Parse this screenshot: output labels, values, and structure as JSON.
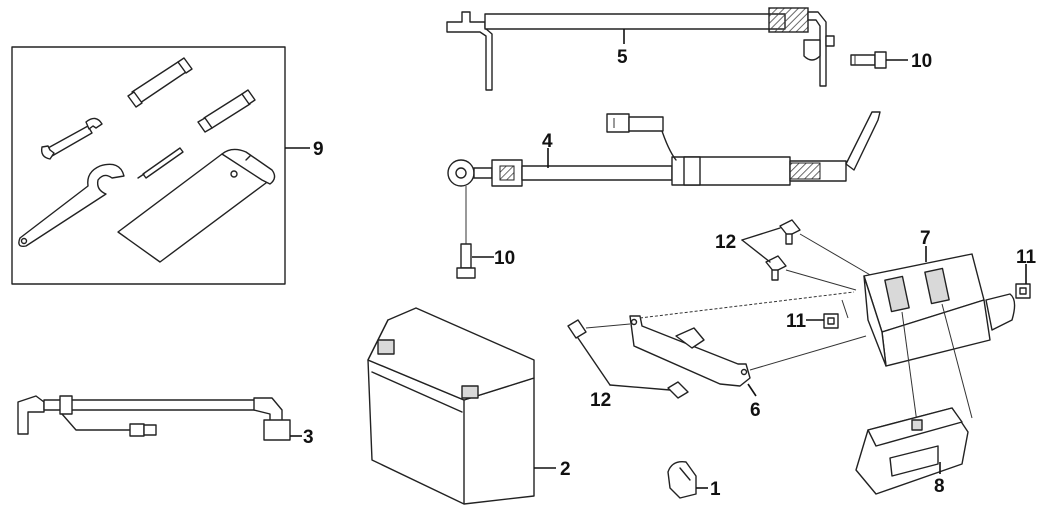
{
  "callouts": {
    "c1": "1",
    "c2": "2",
    "c3": "3",
    "c4": "4",
    "c5": "5",
    "c6": "6",
    "c7": "7",
    "c8": "8",
    "c9": "9",
    "c10a": "10",
    "c10b": "10",
    "c11a": "11",
    "c11b": "11",
    "c12a": "12",
    "c12b": "12"
  },
  "colors": {
    "line": "#222222",
    "hatch": "#444444",
    "accent_fill": "#d9d9d9"
  }
}
